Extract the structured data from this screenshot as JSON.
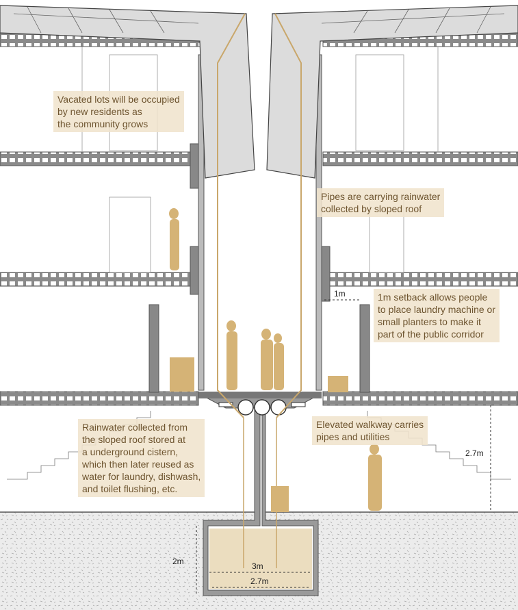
{
  "annotations": {
    "vacated_lots": [
      "Vacated lots will be occupied",
      "by new residents as",
      "the community grows"
    ],
    "pipes_rainwater": [
      "Pipes are carrying rainwater",
      "collected by sloped roof"
    ],
    "setback": [
      "1m setback allows people",
      "to place laundry machine or",
      "small planters to make it",
      "part of the public corridor"
    ],
    "cistern": [
      "Rainwater collected from",
      "the sloped roof stored at",
      "a underground cistern,",
      "which then later reused as",
      "water for laundry, dishwash,",
      "and toilet flushing, etc."
    ],
    "walkway": [
      "Elevated walkway carries",
      "pipes and utilities"
    ]
  },
  "dimensions": {
    "setback_width": "1m",
    "basement_height": "2.7m",
    "cistern_depth": "2m",
    "cistern_outer_width": "3m",
    "cistern_inner_width": "2.7m"
  },
  "colors": {
    "slab": "#8a8a8a",
    "slab_edge": "#555555",
    "accent": "#c9a76b",
    "figure": "#d5b376",
    "note_bg": "#f0e4cd",
    "note_text": "#6e5530",
    "ground": "#e3e3e3"
  }
}
